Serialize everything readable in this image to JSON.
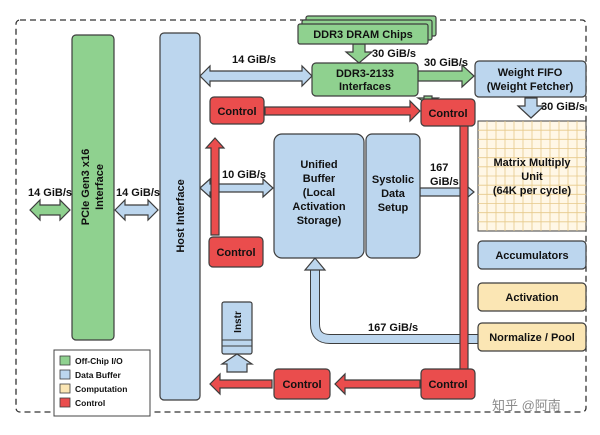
{
  "colors": {
    "offchip": "#8fd18f",
    "buffer": "#bcd6ee",
    "computation": "#fbe6b4",
    "control": "#ea4d4d",
    "arrow_blue": "#a9c9e8",
    "arrow_green": "#8fd18f",
    "arrow_red": "#e57070",
    "stroke": "#3d3d3d",
    "grid": "#e6c98a",
    "matrix_bg": "#fff7e6"
  },
  "blocks": {
    "dram_chips": "DDR3 DRAM Chips",
    "ddr3_interfaces_1": "DDR3-2133",
    "ddr3_interfaces_2": "Interfaces",
    "weight_fifo_1": "Weight FIFO",
    "weight_fifo_2": "(Weight Fetcher)",
    "pcie_1": "PCIe Gen3 x16",
    "pcie_2": "Interface",
    "host_interface": "Host Interface",
    "unified_buffer_1": "Unified",
    "unified_buffer_2": "Buffer",
    "unified_buffer_3": "(Local",
    "unified_buffer_4": "Activation",
    "unified_buffer_5": "Storage)",
    "systolic_1": "Systolic",
    "systolic_2": "Data",
    "systolic_3": "Setup",
    "matrix_1": "Matrix Multiply",
    "matrix_2": "Unit",
    "matrix_3": "(64K per cycle)",
    "accumulators": "Accumulators",
    "activation": "Activation",
    "normalize_pool": "Normalize / Pool",
    "control": "Control",
    "instr": "Instr"
  },
  "bandwidths": {
    "pcie_in": "14 GiB/s",
    "pcie_host": "14 GiB/s",
    "host_ddr": "14 GiB/s",
    "dram_ddr": "30 GiB/s",
    "ddr_fifo": "30 GiB/s",
    "fifo_matrix": "30 GiB/s",
    "host_buffer": "10 GiB/s",
    "systolic_matrix_1": "167",
    "systolic_matrix_2": "GiB/s",
    "feedback": "167 GiB/s"
  },
  "legend": {
    "items": [
      {
        "label": "Off-Chip I/O",
        "color": "#8fd18f"
      },
      {
        "label": "Data Buffer",
        "color": "#bcd6ee"
      },
      {
        "label": "Computation",
        "color": "#fbe6b4"
      },
      {
        "label": "Control",
        "color": "#ea4d4d"
      }
    ]
  },
  "watermark": "知乎 @阿南"
}
